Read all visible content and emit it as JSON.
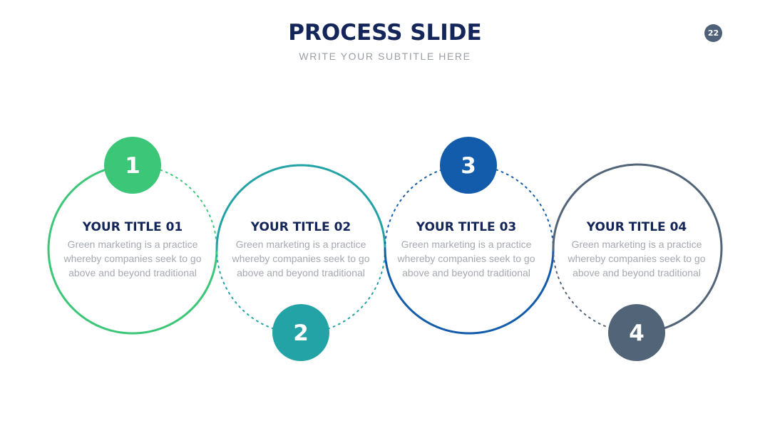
{
  "header": {
    "title": "PROCESS SLIDE",
    "subtitle": "WRITE YOUR SUBTITLE HERE",
    "page_number": "22"
  },
  "steps": [
    {
      "number": "1",
      "title": "YOUR TITLE 01",
      "description": [
        "Green marketing is a practice",
        "whereby companies seek to go",
        "above and beyond traditional"
      ],
      "color": "#3cc677"
    },
    {
      "number": "2",
      "title": "YOUR TITLE 02",
      "description": [
        "Green marketing is a practice",
        "whereby companies seek to go",
        "above and beyond traditional"
      ],
      "color": "#23a3a6"
    },
    {
      "number": "3",
      "title": "YOUR TITLE 03",
      "description": [
        "Green marketing is a practice",
        "whereby companies seek to go",
        "above and beyond traditional"
      ],
      "color": "#135cab"
    },
    {
      "number": "4",
      "title": "YOUR TITLE 04",
      "description": [
        "Green marketing is a practice",
        "whereby companies seek to go",
        "above and beyond traditional"
      ],
      "color": "#526478"
    }
  ]
}
